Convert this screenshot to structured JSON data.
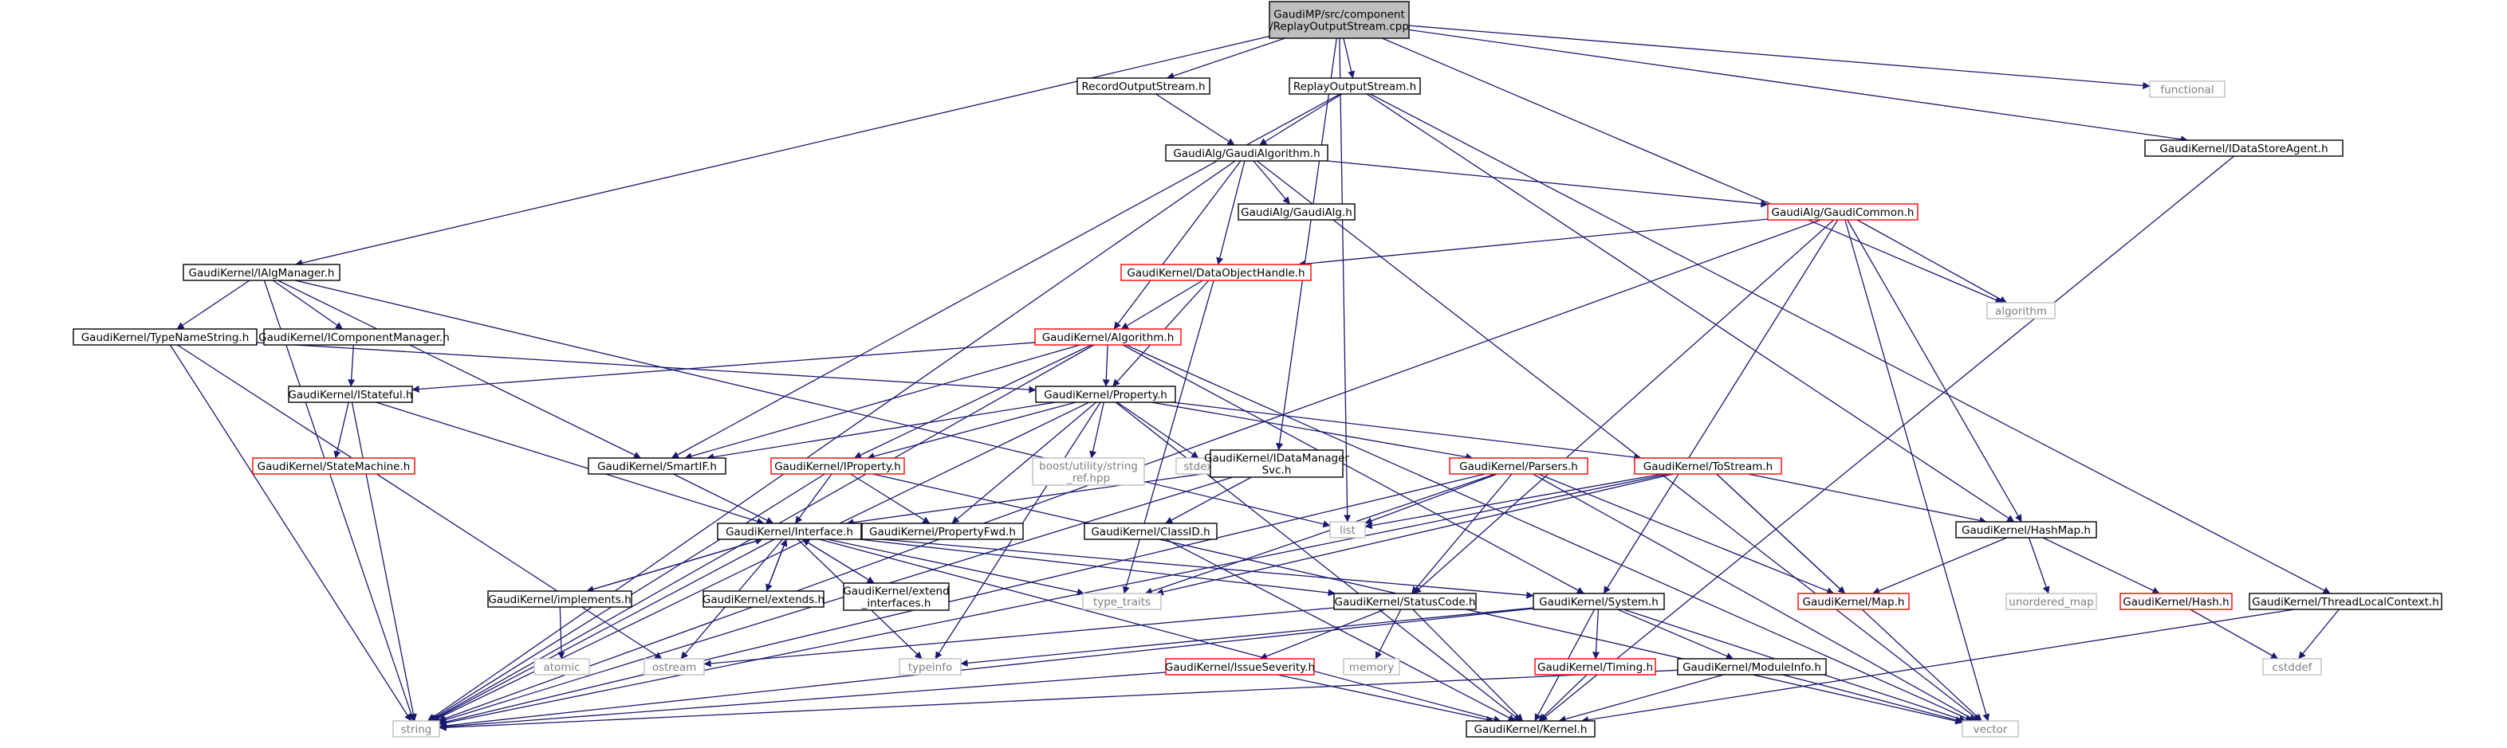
{
  "colors": {
    "edge": "#191970",
    "root_fill": "#bfbfbf",
    "documented_border": "#000000",
    "incomplete_border": "#ff0000",
    "external_border": "#bfbfbf",
    "text_default": "#000000",
    "text_external": "#7f7f7f"
  },
  "nodes": [
    {
      "id": "root",
      "lines": [
        "GaudiMP/src/component",
        "/ReplayOutputStream.cpp"
      ],
      "kind": "root"
    },
    {
      "id": "record",
      "lines": [
        "RecordOutputStream.h"
      ],
      "kind": "doc"
    },
    {
      "id": "replay",
      "lines": [
        "ReplayOutputStream.h"
      ],
      "kind": "doc"
    },
    {
      "id": "functional",
      "lines": [
        "functional"
      ],
      "kind": "ext"
    },
    {
      "id": "idatastoreagent",
      "lines": [
        "GaudiKernel/IDataStoreAgent.h"
      ],
      "kind": "doc"
    },
    {
      "id": "gaudialgorithm",
      "lines": [
        "GaudiAlg/GaudiAlgorithm.h"
      ],
      "kind": "doc"
    },
    {
      "id": "gaudialg",
      "lines": [
        "GaudiAlg/GaudiAlg.h"
      ],
      "kind": "doc"
    },
    {
      "id": "gaudicommon",
      "lines": [
        "GaudiAlg/GaudiCommon.h"
      ],
      "kind": "inc"
    },
    {
      "id": "algorithm_std",
      "lines": [
        "algorithm"
      ],
      "kind": "ext"
    },
    {
      "id": "ialgmanager",
      "lines": [
        "GaudiKernel/IAlgManager.h"
      ],
      "kind": "doc"
    },
    {
      "id": "dataobjecthandle",
      "lines": [
        "GaudiKernel/DataObjectHandle.h"
      ],
      "kind": "inc"
    },
    {
      "id": "typenamestring",
      "lines": [
        "GaudiKernel/TypeNameString.h"
      ],
      "kind": "doc"
    },
    {
      "id": "icomponentmanager",
      "lines": [
        "GaudiKernel/IComponentManager.h"
      ],
      "kind": "doc"
    },
    {
      "id": "algorithmh",
      "lines": [
        "GaudiKernel/Algorithm.h"
      ],
      "kind": "inc"
    },
    {
      "id": "istateful",
      "lines": [
        "GaudiKernel/IStateful.h"
      ],
      "kind": "doc"
    },
    {
      "id": "property",
      "lines": [
        "GaudiKernel/Property.h"
      ],
      "kind": "doc"
    },
    {
      "id": "statemachine",
      "lines": [
        "GaudiKernel/StateMachine.h"
      ],
      "kind": "inc"
    },
    {
      "id": "smartif",
      "lines": [
        "GaudiKernel/SmartIF.h"
      ],
      "kind": "doc"
    },
    {
      "id": "iproperty",
      "lines": [
        "GaudiKernel/IProperty.h"
      ],
      "kind": "inc"
    },
    {
      "id": "boostutil",
      "lines": [
        "boost/utility/string",
        "_ref.hpp"
      ],
      "kind": "ext"
    },
    {
      "id": "stdexcept",
      "lines": [
        "stdexcept"
      ],
      "kind": "ext"
    },
    {
      "id": "idatamanagersvc",
      "lines": [
        "GaudiKernel/IDataManager",
        "Svc.h"
      ],
      "kind": "doc"
    },
    {
      "id": "parsers",
      "lines": [
        "GaudiKernel/Parsers.h"
      ],
      "kind": "inc"
    },
    {
      "id": "tostream",
      "lines": [
        "GaudiKernel/ToStream.h"
      ],
      "kind": "inc"
    },
    {
      "id": "list",
      "lines": [
        "list"
      ],
      "kind": "ext"
    },
    {
      "id": "hashmap",
      "lines": [
        "GaudiKernel/HashMap.h"
      ],
      "kind": "doc"
    },
    {
      "id": "interface",
      "lines": [
        "GaudiKernel/Interface.h"
      ],
      "kind": "doc"
    },
    {
      "id": "propertyfwd",
      "lines": [
        "GaudiKernel/PropertyFwd.h"
      ],
      "kind": "doc"
    },
    {
      "id": "classid",
      "lines": [
        "GaudiKernel/ClassID.h"
      ],
      "kind": "doc"
    },
    {
      "id": "implements",
      "lines": [
        "GaudiKernel/implements.h"
      ],
      "kind": "doc"
    },
    {
      "id": "extends",
      "lines": [
        "GaudiKernel/extends.h"
      ],
      "kind": "doc"
    },
    {
      "id": "extendinterfaces",
      "lines": [
        "GaudiKernel/extend",
        "_interfaces.h"
      ],
      "kind": "doc"
    },
    {
      "id": "type_traits",
      "lines": [
        "type_traits"
      ],
      "kind": "ext"
    },
    {
      "id": "statuscode",
      "lines": [
        "GaudiKernel/StatusCode.h"
      ],
      "kind": "doc"
    },
    {
      "id": "system",
      "lines": [
        "GaudiKernel/System.h"
      ],
      "kind": "doc"
    },
    {
      "id": "maph",
      "lines": [
        "GaudiKernel/Map.h"
      ],
      "kind": "inc"
    },
    {
      "id": "unordered_map",
      "lines": [
        "unordered_map"
      ],
      "kind": "ext"
    },
    {
      "id": "hashh",
      "lines": [
        "GaudiKernel/Hash.h"
      ],
      "kind": "inc"
    },
    {
      "id": "threadlocal",
      "lines": [
        "GaudiKernel/ThreadLocalContext.h"
      ],
      "kind": "doc"
    },
    {
      "id": "atomic",
      "lines": [
        "atomic"
      ],
      "kind": "ext"
    },
    {
      "id": "ostream",
      "lines": [
        "ostream"
      ],
      "kind": "ext"
    },
    {
      "id": "typeinfo",
      "lines": [
        "typeinfo"
      ],
      "kind": "ext"
    },
    {
      "id": "memory",
      "lines": [
        "memory"
      ],
      "kind": "ext"
    },
    {
      "id": "issueseverity",
      "lines": [
        "GaudiKernel/IssueSeverity.h"
      ],
      "kind": "inc"
    },
    {
      "id": "timing",
      "lines": [
        "GaudiKernel/Timing.h"
      ],
      "kind": "inc"
    },
    {
      "id": "moduleinfo",
      "lines": [
        "GaudiKernel/ModuleInfo.h"
      ],
      "kind": "doc"
    },
    {
      "id": "cstddef",
      "lines": [
        "cstddef"
      ],
      "kind": "ext"
    },
    {
      "id": "string",
      "lines": [
        "string"
      ],
      "kind": "ext"
    },
    {
      "id": "kernelh",
      "lines": [
        "GaudiKernel/Kernel.h"
      ],
      "kind": "doc"
    },
    {
      "id": "vector",
      "lines": [
        "vector"
      ],
      "kind": "ext"
    }
  ],
  "edges": [
    [
      "root",
      "record"
    ],
    [
      "root",
      "replay"
    ],
    [
      "root",
      "functional"
    ],
    [
      "root",
      "idatastoreagent"
    ],
    [
      "root",
      "ialgmanager"
    ],
    [
      "root",
      "idatamanagersvc"
    ],
    [
      "root",
      "algorithm_std"
    ],
    [
      "root",
      "list"
    ],
    [
      "record",
      "gaudialgorithm"
    ],
    [
      "replay",
      "gaudialgorithm"
    ],
    [
      "replay",
      "smartif"
    ],
    [
      "replay",
      "hashmap"
    ],
    [
      "replay",
      "threadlocal"
    ],
    [
      "idatastoreagent",
      "kernelh"
    ],
    [
      "gaudialgorithm",
      "gaudialg"
    ],
    [
      "gaudialgorithm",
      "gaudicommon"
    ],
    [
      "gaudialgorithm",
      "dataobjecthandle"
    ],
    [
      "gaudialgorithm",
      "algorithmh"
    ],
    [
      "gaudialgorithm",
      "string"
    ],
    [
      "gaudialgorithm",
      "vector"
    ],
    [
      "gaudicommon",
      "dataobjecthandle"
    ],
    [
      "gaudicommon",
      "algorithm_std"
    ],
    [
      "gaudicommon",
      "hashmap"
    ],
    [
      "gaudicommon",
      "system"
    ],
    [
      "gaudicommon",
      "statuscode"
    ],
    [
      "gaudicommon",
      "string"
    ],
    [
      "gaudicommon",
      "vector"
    ],
    [
      "ialgmanager",
      "typenamestring"
    ],
    [
      "ialgmanager",
      "icomponentmanager"
    ],
    [
      "ialgmanager",
      "smartif"
    ],
    [
      "ialgmanager",
      "string"
    ],
    [
      "ialgmanager",
      "list"
    ],
    [
      "dataobjecthandle",
      "algorithmh"
    ],
    [
      "dataobjecthandle",
      "property"
    ],
    [
      "dataobjecthandle",
      "type_traits"
    ],
    [
      "typenamestring",
      "property"
    ],
    [
      "typenamestring",
      "string"
    ],
    [
      "typenamestring",
      "ostream"
    ],
    [
      "icomponentmanager",
      "istateful"
    ],
    [
      "algorithmh",
      "istateful"
    ],
    [
      "algorithmh",
      "property"
    ],
    [
      "algorithmh",
      "iproperty"
    ],
    [
      "algorithmh",
      "smartif"
    ],
    [
      "algorithmh",
      "system"
    ],
    [
      "algorithmh",
      "string"
    ],
    [
      "algorithmh",
      "vector"
    ],
    [
      "istateful",
      "statemachine"
    ],
    [
      "istateful",
      "interface"
    ],
    [
      "istateful",
      "string"
    ],
    [
      "property",
      "smartif"
    ],
    [
      "property",
      "iproperty"
    ],
    [
      "property",
      "boostutil"
    ],
    [
      "property",
      "stdexcept"
    ],
    [
      "property",
      "parsers"
    ],
    [
      "property",
      "tostream"
    ],
    [
      "property",
      "propertyfwd"
    ],
    [
      "property",
      "typeinfo"
    ],
    [
      "property",
      "string"
    ],
    [
      "property",
      "kernelh"
    ],
    [
      "smartif",
      "interface"
    ],
    [
      "iproperty",
      "interface"
    ],
    [
      "iproperty",
      "propertyfwd"
    ],
    [
      "iproperty",
      "string"
    ],
    [
      "iproperty",
      "vector"
    ],
    [
      "idatamanagersvc",
      "interface"
    ],
    [
      "idatamanagersvc",
      "classid"
    ],
    [
      "idatamanagersvc",
      "string"
    ],
    [
      "parsers",
      "list"
    ],
    [
      "parsers",
      "statuscode"
    ],
    [
      "parsers",
      "maph"
    ],
    [
      "parsers",
      "string"
    ],
    [
      "parsers",
      "vector"
    ],
    [
      "parsers",
      "type_traits"
    ],
    [
      "tostream",
      "hashmap"
    ],
    [
      "tostream",
      "list"
    ],
    [
      "tostream",
      "maph"
    ],
    [
      "tostream",
      "string"
    ],
    [
      "tostream",
      "vector"
    ],
    [
      "tostream",
      "type_traits"
    ],
    [
      "hashmap",
      "maph"
    ],
    [
      "hashmap",
      "unordered_map"
    ],
    [
      "hashmap",
      "hashh"
    ],
    [
      "interface",
      "implements"
    ],
    [
      "interface",
      "extends"
    ],
    [
      "interface",
      "extendinterfaces"
    ],
    [
      "interface",
      "type_traits"
    ],
    [
      "interface",
      "statuscode"
    ],
    [
      "interface",
      "system"
    ],
    [
      "interface",
      "ostream"
    ],
    [
      "interface",
      "typeinfo"
    ],
    [
      "interface",
      "kernelh"
    ],
    [
      "interface",
      "string"
    ],
    [
      "implements",
      "interface"
    ],
    [
      "implements",
      "atomic"
    ],
    [
      "extends",
      "interface"
    ],
    [
      "extendinterfaces",
      "interface"
    ],
    [
      "classid",
      "kernelh"
    ],
    [
      "statuscode",
      "issueseverity"
    ],
    [
      "statuscode",
      "memory"
    ],
    [
      "statuscode",
      "ostream"
    ],
    [
      "statuscode",
      "kernelh"
    ],
    [
      "system",
      "timing"
    ],
    [
      "system",
      "moduleinfo"
    ],
    [
      "system",
      "typeinfo"
    ],
    [
      "system",
      "string"
    ],
    [
      "system",
      "vector"
    ],
    [
      "system",
      "kernelh"
    ],
    [
      "issueseverity",
      "string"
    ],
    [
      "issueseverity",
      "kernelh"
    ],
    [
      "timing",
      "kernelh"
    ],
    [
      "moduleinfo",
      "kernelh"
    ],
    [
      "moduleinfo",
      "string"
    ],
    [
      "moduleinfo",
      "vector"
    ],
    [
      "hashh",
      "cstddef"
    ],
    [
      "threadlocal",
      "cstddef"
    ],
    [
      "threadlocal",
      "kernelh"
    ]
  ]
}
